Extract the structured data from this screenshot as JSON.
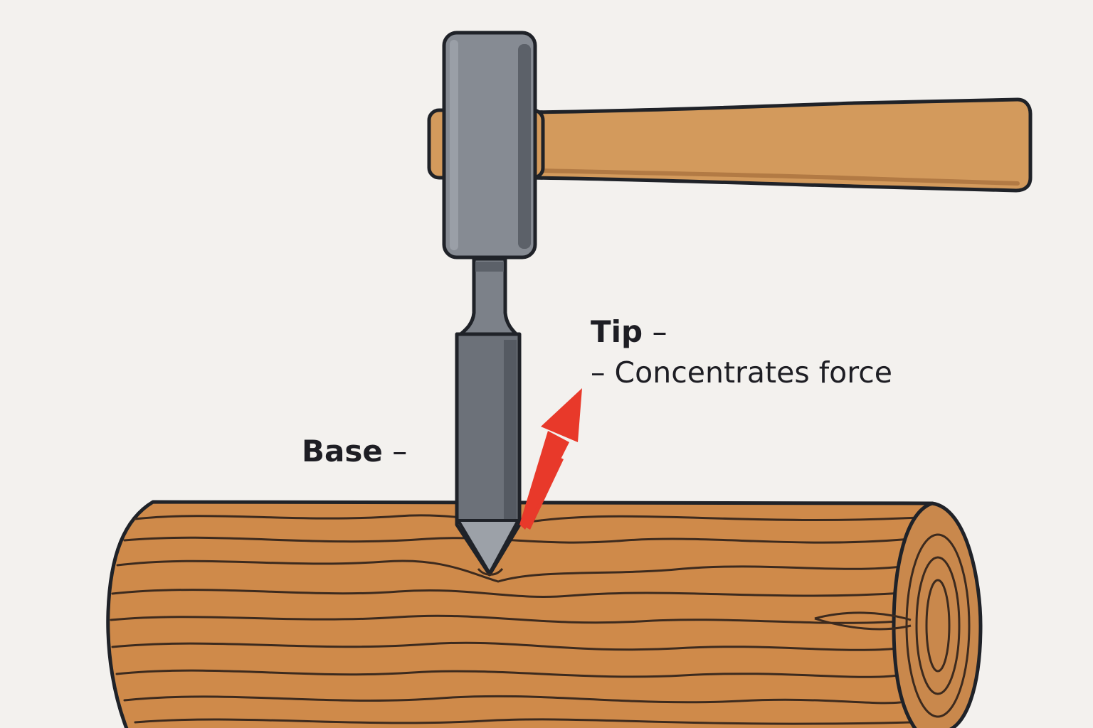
{
  "labels": {
    "tip_title": "Tip",
    "tip_dash": " –",
    "tip_description": "– Concentrates force",
    "base_title": "Base",
    "base_dash": " –"
  },
  "colors": {
    "background": "#f3f1ee",
    "outline": "#1f2228",
    "wood": "#cf8a4a",
    "wood_grain": "#3c2a1e",
    "handle": "#d39a5c",
    "steel": "#868b93",
    "steel_dark": "#5c6169",
    "steel_light": "#a9adb4",
    "arrow": "#e8392a"
  },
  "icons": {
    "hammer": "hammer-icon",
    "chisel": "chisel-icon",
    "log": "wood-log-icon",
    "arrow": "force-arrow-icon"
  }
}
